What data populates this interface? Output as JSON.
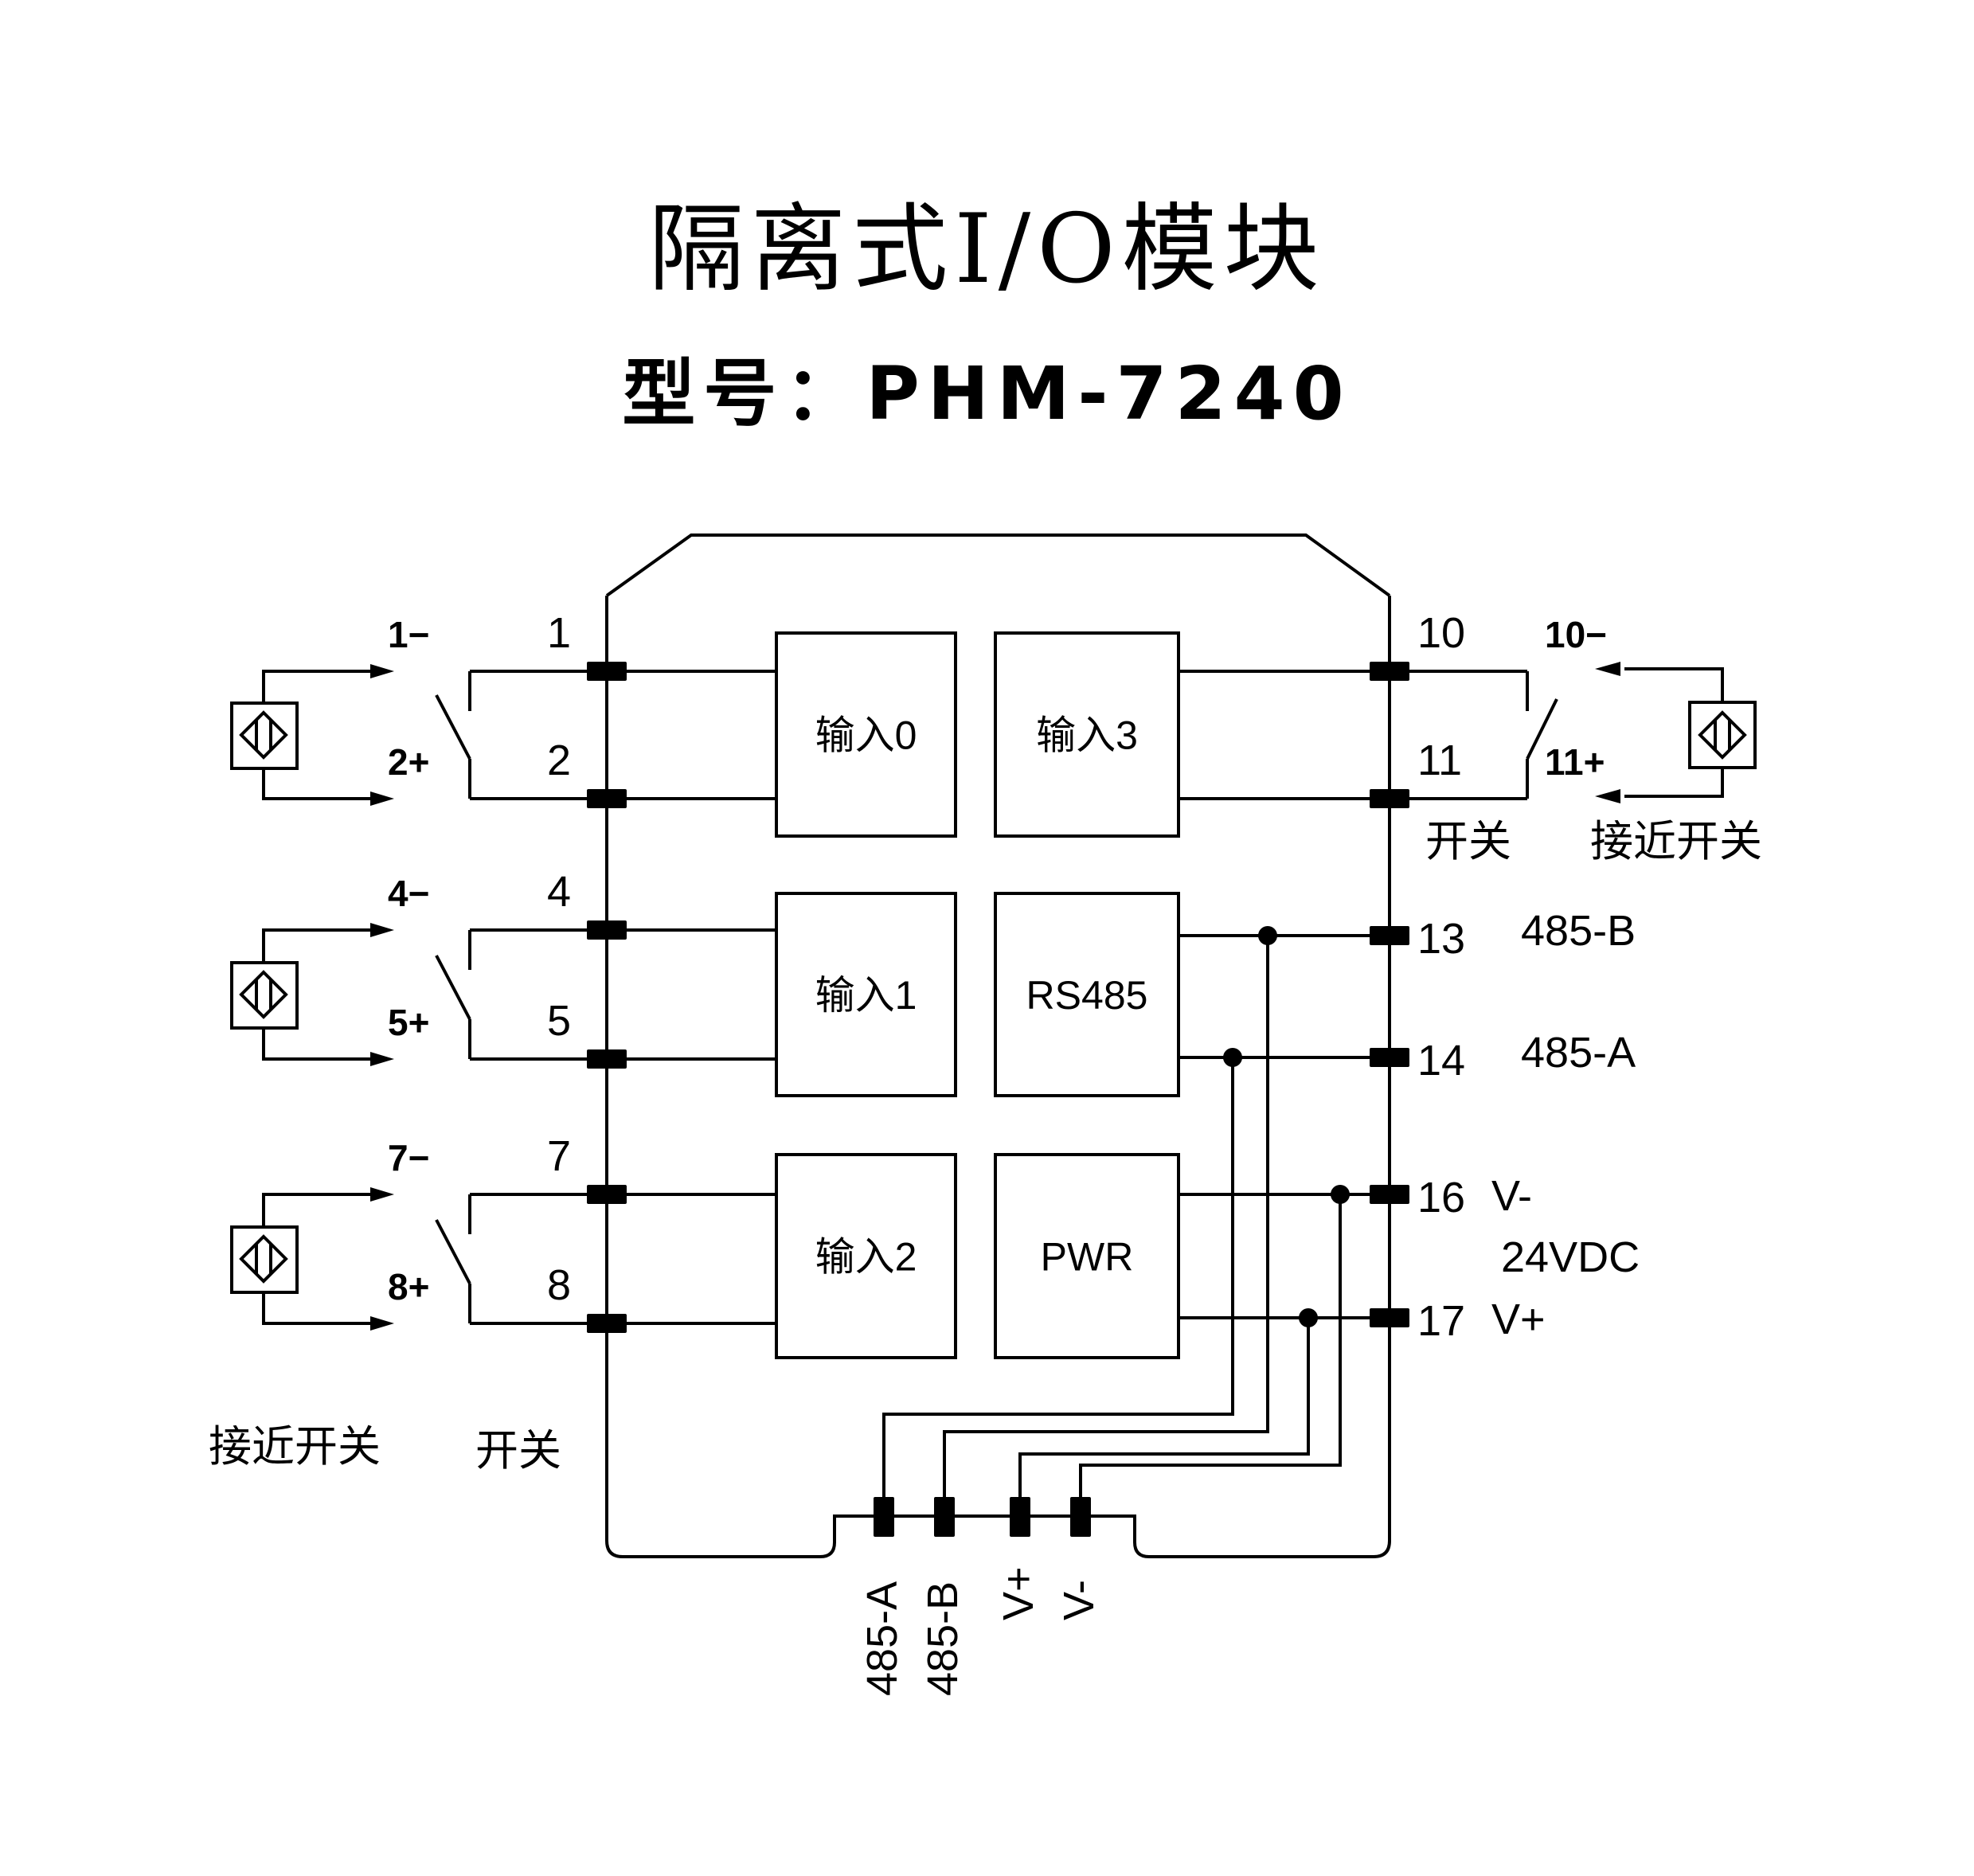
{
  "header": {
    "title": "隔离式I/O模块",
    "model_line": "型号：PHM-7240"
  },
  "colors": {
    "line": "#000000",
    "background": "#ffffff"
  },
  "modules": [
    {
      "id": "in0",
      "label": "输入0"
    },
    {
      "id": "in3",
      "label": "输入3"
    },
    {
      "id": "in1",
      "label": "输入1"
    },
    {
      "id": "rs485",
      "label": "RS485"
    },
    {
      "id": "in2",
      "label": "输入2"
    },
    {
      "id": "pwr",
      "label": "PWR"
    }
  ],
  "left_terminals": [
    {
      "number": "1",
      "external": "1−"
    },
    {
      "number": "2",
      "external": "2+"
    },
    {
      "number": "4",
      "external": "4−"
    },
    {
      "number": "5",
      "external": "5+"
    },
    {
      "number": "7",
      "external": "7−"
    },
    {
      "number": "8",
      "external": "8+"
    }
  ],
  "right_terminals": [
    {
      "number": "10",
      "external": "10−",
      "signal": ""
    },
    {
      "number": "11",
      "external": "11+",
      "signal": ""
    },
    {
      "number": "13",
      "external": "",
      "signal": "485-B"
    },
    {
      "number": "14",
      "external": "",
      "signal": "485-A"
    },
    {
      "number": "16",
      "external": "",
      "signal": "V-"
    },
    {
      "number": "17",
      "external": "",
      "signal": "V+"
    }
  ],
  "power_note": "24VDC",
  "bottom_terminals": [
    "485-A",
    "485-B",
    "V+",
    "V-"
  ],
  "legend": {
    "proximity_switch": "接近开关",
    "switch": "开关"
  },
  "icons": {
    "sensor": "proximity-sensor-icon",
    "switch": "switch-contact-icon",
    "terminal": "terminal-block-icon",
    "junction": "junction-dot-icon"
  }
}
